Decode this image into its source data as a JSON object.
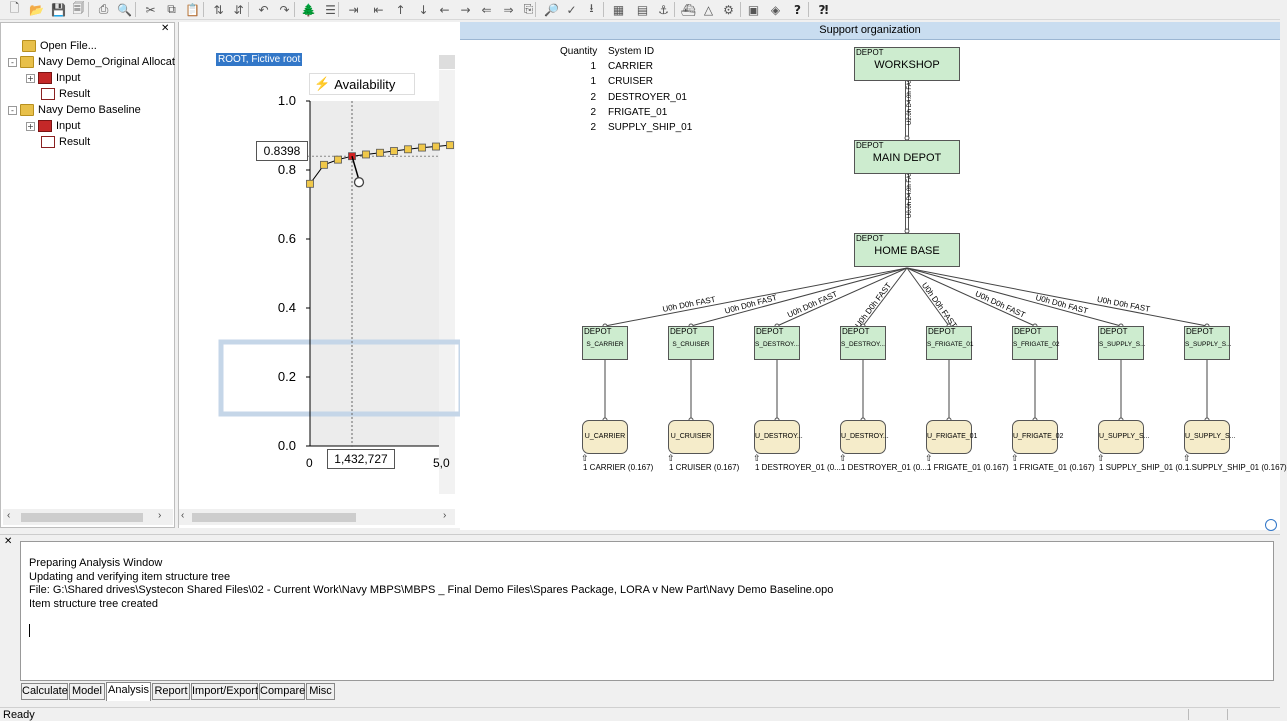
{
  "toolbar": {
    "icons": [
      "new-file-icon",
      "open-folder-icon",
      "save-icon",
      "save-all-icon",
      "print-icon",
      "print-preview-icon",
      "cut-icon",
      "copy-icon",
      "paste-icon",
      "sort-asc-icon",
      "sort-desc-icon",
      "undo-icon",
      "redo-icon",
      "tree-view-icon",
      "list-view-icon",
      "move-in-icon",
      "move-out-icon",
      "move-up-icon",
      "move-down-icon",
      "move-left-icon",
      "move-right-icon",
      "collapse-icon",
      "expand-icon",
      "clipboard-icon",
      "search-icon",
      "check-icon",
      "export-icon",
      "table-icon",
      "grid-icon",
      "anchor-icon",
      "ship-icon",
      "triangle-icon",
      "analysis-icon",
      "report-icon",
      "chart-icon",
      "help-icon",
      "context-help-icon"
    ]
  },
  "tree": {
    "items": [
      {
        "label": "Open File...",
        "icon": "folder-icon",
        "level": 1
      },
      {
        "label": "Navy Demo_Original Allocat",
        "icon": "folder-icon",
        "level": 0,
        "toggle": "-"
      },
      {
        "label": "Input",
        "icon": "book-icon",
        "level": 1,
        "toggle": "+"
      },
      {
        "label": "Result",
        "icon": "result-icon",
        "level": 2
      },
      {
        "label": "Navy Demo Baseline",
        "icon": "folder-icon",
        "level": 0,
        "toggle": "-"
      },
      {
        "label": "Input",
        "icon": "book-icon",
        "level": 1,
        "toggle": "+"
      },
      {
        "label": "Result",
        "icon": "result-icon",
        "level": 2
      }
    ]
  },
  "chart_panel": {
    "root_label": "ROOT, Fictive root",
    "legend": "Availability",
    "tooltip_value": "0.8398",
    "cursor_x_label": "1,432,727",
    "x_left_label": "0",
    "x_right_label": "5,0"
  },
  "chart_data": {
    "type": "line",
    "title": "",
    "ylabel": "",
    "xlabel": "",
    "ylim": [
      0.0,
      1.0
    ],
    "yticks": [
      "1.0",
      "0.8",
      "0.6",
      "0.4",
      "0.2",
      "0.0"
    ],
    "series": [
      {
        "name": "Availability",
        "x": [
          0,
          1,
          2,
          3,
          4,
          5,
          6,
          7,
          8,
          9,
          10
        ],
        "values": [
          0.76,
          0.815,
          0.83,
          0.84,
          0.845,
          0.85,
          0.855,
          0.86,
          0.865,
          0.868,
          0.872
        ]
      }
    ],
    "selected_index": 3,
    "selected_value": 0.8398
  },
  "org": {
    "header": "Support organization",
    "system_table": {
      "headers": [
        "Quantity",
        "System ID"
      ],
      "rows": [
        [
          "1",
          "CARRIER"
        ],
        [
          "1",
          "CRUISER"
        ],
        [
          "2",
          "DESTROYER_01"
        ],
        [
          "2",
          "FRIGATE_01"
        ],
        [
          "2",
          "SUPPLY_SHIP_01"
        ]
      ]
    },
    "top_nodes": [
      {
        "type": "DEPOT",
        "name": "WORKSHOP"
      },
      {
        "type": "DEPOT",
        "name": "MAIN DEPOT"
      },
      {
        "type": "DEPOT",
        "name": "HOME BASE"
      }
    ],
    "link_labels": [
      "U2.0h D4.0h FAST",
      "U0.0h D4.0h FAST"
    ],
    "branch_label": "U0h D0h FAST",
    "sites": [
      {
        "type": "DEPOT",
        "name": "S_CARRIER",
        "unit": "U_CARRIER",
        "caption": "1 CARRIER (0.167)"
      },
      {
        "type": "DEPOT",
        "name": "S_CRUISER",
        "unit": "U_CRUISER",
        "caption": "1 CRUISER (0.167)"
      },
      {
        "type": "DEPOT",
        "name": "S_DESTROY...",
        "unit": "U_DESTROY...",
        "caption": "1 DESTROYER_01 (0...."
      },
      {
        "type": "DEPOT",
        "name": "S_DESTROY...",
        "unit": "U_DESTROY...",
        "caption": "1 DESTROYER_01 (0...."
      },
      {
        "type": "DEPOT",
        "name": "S_FRIGATE_01",
        "unit": "U_FRIGATE_01",
        "caption": "1 FRIGATE_01 (0.167)"
      },
      {
        "type": "DEPOT",
        "name": "S_FRIGATE_02",
        "unit": "U_FRIGATE_02",
        "caption": "1 FRIGATE_01 (0.167)"
      },
      {
        "type": "DEPOT",
        "name": "S_SUPPLY_S...",
        "unit": "U_SUPPLY_S...",
        "caption": "1 SUPPLY_SHIP_01 (0...."
      },
      {
        "type": "DEPOT",
        "name": "S_SUPPLY_S...",
        "unit": "U_SUPPLY_S...",
        "caption": "1 SUPPLY_SHIP_01 (0.167)"
      }
    ]
  },
  "console": {
    "lines": [
      "Preparing Analysis Window",
      "Updating and verifying item structure tree",
      "File: G:\\Shared drives\\Systecon Shared Files\\02 - Current Work\\Navy MBPS\\MBPS _ Final Demo Files\\Spares Package, LORA v New Part\\Navy Demo Baseline.opo",
      "Item structure tree created"
    ]
  },
  "tabs": [
    {
      "label": "Calculate",
      "active": false
    },
    {
      "label": "Model",
      "active": false
    },
    {
      "label": "Analysis",
      "active": true
    },
    {
      "label": "Report",
      "active": false
    },
    {
      "label": "Import/Export",
      "active": false
    },
    {
      "label": "Compare",
      "active": false
    },
    {
      "label": "Misc",
      "active": false
    }
  ],
  "status": {
    "text": "Ready"
  },
  "colors": {
    "node_fill": "#cdeccf",
    "unit_fill": "#f5ecca",
    "header_fill": "#c9ddf0",
    "point_fill": "#f0c84a",
    "selected_point": "#d22020",
    "selection_bg": "#3277c8"
  }
}
